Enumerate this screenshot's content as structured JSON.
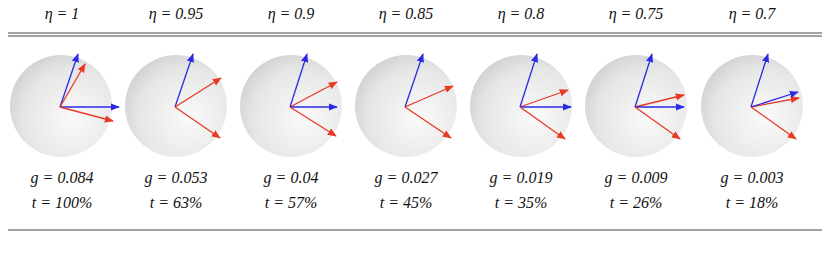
{
  "diagram": {
    "labels": [
      "η = 1",
      "η = 0.95",
      "η = 0.9",
      "η = 0.85",
      "η = 0.8",
      "η = 0.75",
      "η = 0.7",
      "g = 0.084",
      "g = 0.053",
      "g = 0.04",
      "g = 0.027",
      "g = 0.019",
      "g = 0.009",
      "g = 0.003",
      "t = 100%",
      "t = 63%",
      "t = 57%",
      "t = 45%",
      "t = 35%",
      "t = 26%",
      "t = 18%"
    ]
  }
}
